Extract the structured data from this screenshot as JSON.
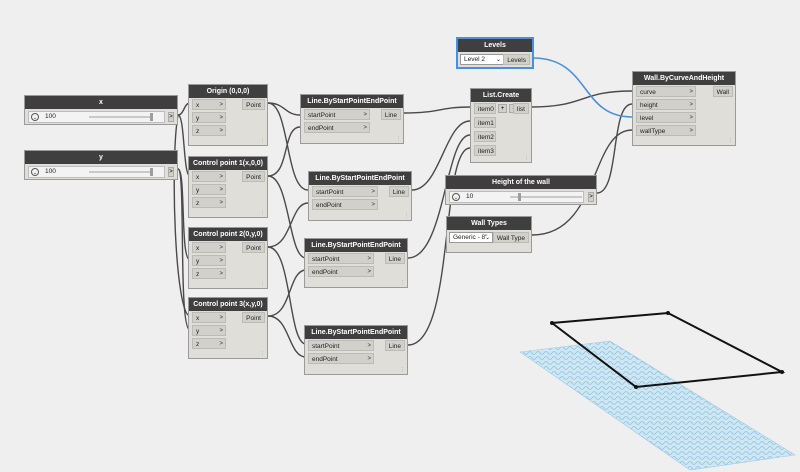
{
  "nodes": {
    "x_slider": {
      "title": "x",
      "value": "100",
      "out": ">"
    },
    "y_slider": {
      "title": "y",
      "value": "100",
      "out": ">"
    },
    "origin": {
      "title": "Origin (0,0,0)",
      "inputs": [
        "x",
        "y",
        "z"
      ],
      "output": "Point"
    },
    "cp1": {
      "title": "Control point 1(x,0,0)",
      "inputs": [
        "x",
        "y",
        "z"
      ],
      "output": "Point"
    },
    "cp2": {
      "title": "Control point 2(0,y,0)",
      "inputs": [
        "x",
        "y",
        "z"
      ],
      "output": "Point"
    },
    "cp3": {
      "title": "Control point 3(x,y,0)",
      "inputs": [
        "x",
        "y",
        "z"
      ],
      "output": "Point"
    },
    "line1": {
      "title": "Line.ByStartPointEndPoint",
      "inputs": [
        "startPoint",
        "endPoint"
      ],
      "output": "Line"
    },
    "line2": {
      "title": "Line.ByStartPointEndPoint",
      "inputs": [
        "startPoint",
        "endPoint"
      ],
      "output": "Line"
    },
    "line3": {
      "title": "Line.ByStartPointEndPoint",
      "inputs": [
        "startPoint",
        "endPoint"
      ],
      "output": "Line"
    },
    "line4": {
      "title": "Line.ByStartPointEndPoint",
      "inputs": [
        "startPoint",
        "endPoint"
      ],
      "output": "Line"
    },
    "list_create": {
      "title": "List.Create",
      "inputs": [
        "item0",
        "item1",
        "item2",
        "item3"
      ],
      "output": "list",
      "plus": "+",
      "minus": "-"
    },
    "levels": {
      "title": "Levels",
      "selected": "Level 2",
      "output": "Levels"
    },
    "height": {
      "title": "Height of the wall",
      "value": "10",
      "out": ">"
    },
    "wall_types": {
      "title": "Wall Types",
      "selected": "Generic - 8\"",
      "output": "Wall Type"
    },
    "wall": {
      "title": "Wall.ByCurveAndHeight",
      "inputs": [
        "curve",
        "height",
        "level",
        "wallType"
      ],
      "output": "Wall"
    }
  },
  "icons": {
    "port_arrow": ">",
    "dropdown_arrow": "⌄",
    "slider_toggle": "⌄",
    "resize": "⋮"
  },
  "colors": {
    "canvas": "#efefef",
    "node_body": "#e0ded9",
    "node_title": "#3f3f3f",
    "wire": "#4a4a4a",
    "selected_wire": "#4a90d9",
    "mesh": "#a9d3ea",
    "wall_outline": "#111111"
  }
}
